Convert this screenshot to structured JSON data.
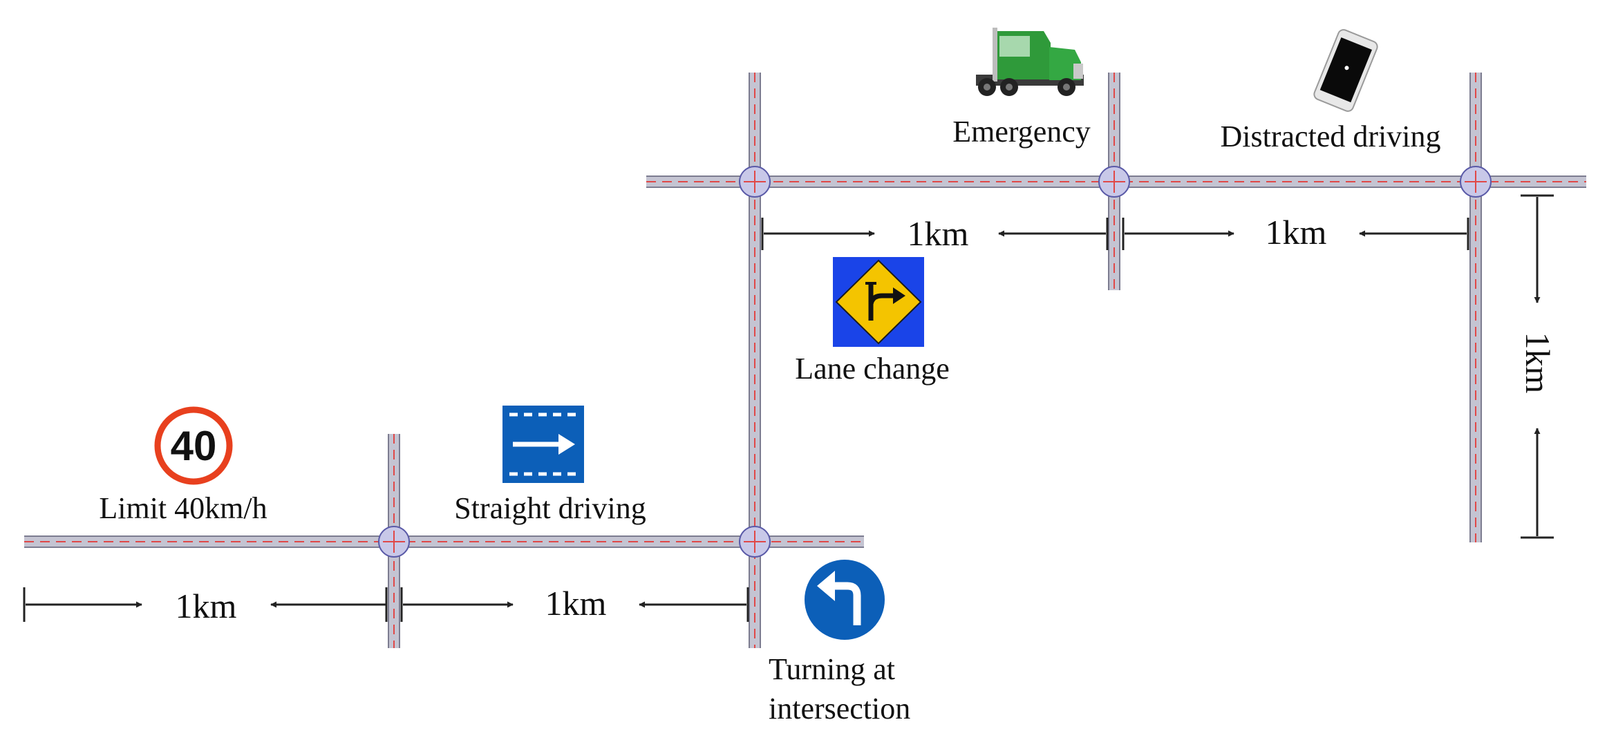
{
  "labels": {
    "emergency": "Emergency",
    "distracted_driving": "Distracted driving",
    "lane_change": "Lane change",
    "limit": "Limit 40km/h",
    "straight_driving": "Straight driving",
    "turning_line1": "Turning at",
    "turning_line2": "intersection"
  },
  "distances": {
    "top_left": "1km",
    "top_right": "1km",
    "vertical": "1km",
    "bottom_left": "1km",
    "bottom_middle": "1km"
  },
  "speed_sign": {
    "number": "40"
  },
  "icons": {
    "truck": "truck-icon",
    "phone": "smartphone-icon",
    "lane_change": "lane-change-sign-icon",
    "straight": "straight-driving-sign-icon",
    "speed": "speed-limit-sign-icon",
    "turn": "turn-left-sign-icon"
  },
  "colors": {
    "road": "#b8b8c6",
    "road_center": "#e04848",
    "sign_blue": "#0c5fb8",
    "sign_yellow": "#f4c400",
    "sign_red": "#e8401e",
    "truck_green": "#2f9a3a"
  }
}
